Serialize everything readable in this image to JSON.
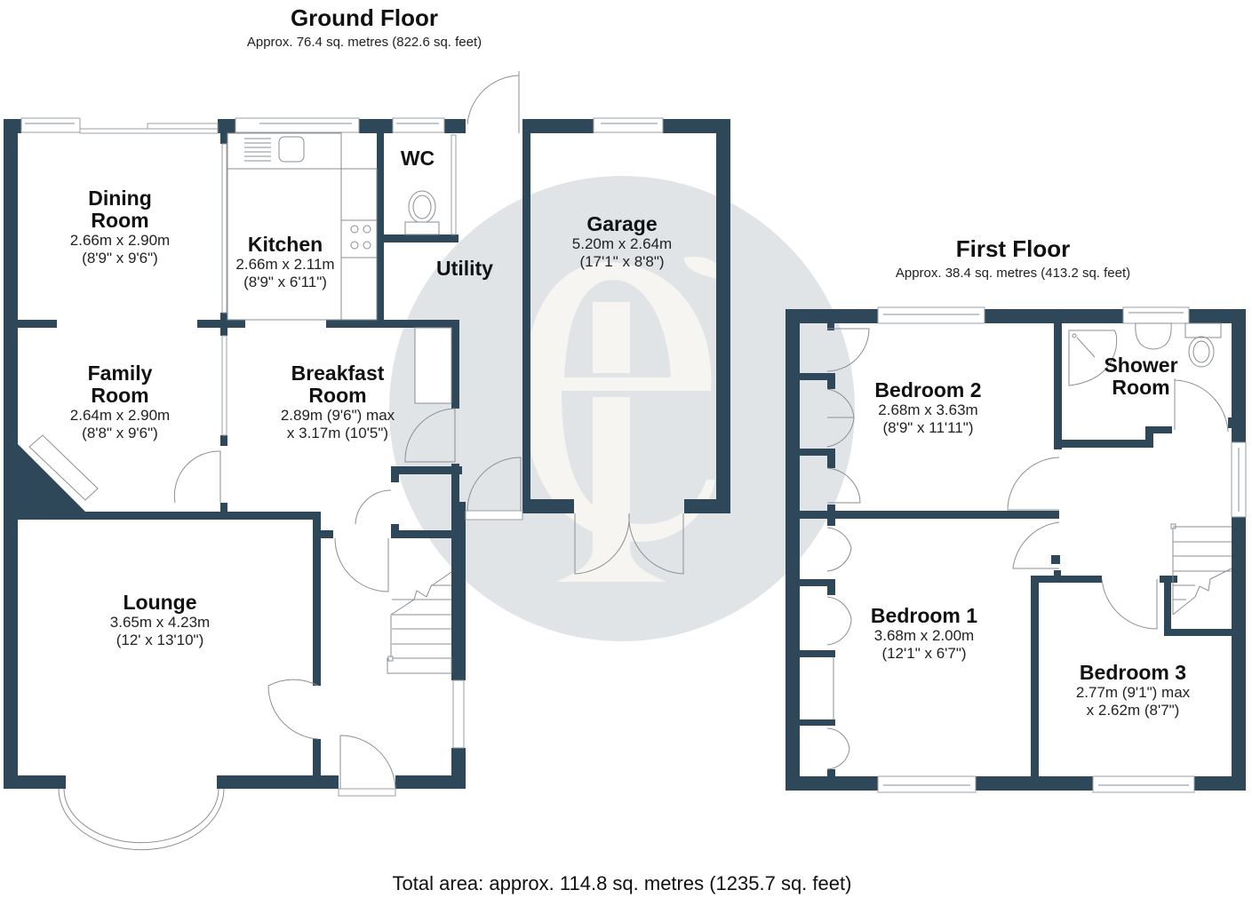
{
  "ground_floor": {
    "title": "Ground Floor",
    "area": "Approx. 76.4 sq. metres (822.6 sq. feet)",
    "rooms": {
      "dining": {
        "name_l1": "Dining",
        "name_l2": "Room",
        "metric": "2.66m x 2.90m",
        "imperial": "(8'9\" x 9'6\")"
      },
      "kitchen": {
        "name": "Kitchen",
        "metric": "2.66m x 2.11m",
        "imperial": "(8'9\" x 6'11\")"
      },
      "wc": {
        "name": "WC"
      },
      "utility": {
        "name": "Utility"
      },
      "garage": {
        "name": "Garage",
        "metric": "5.20m x 2.64m",
        "imperial": "(17'1\" x 8'8\")"
      },
      "family": {
        "name_l1": "Family",
        "name_l2": "Room",
        "metric": "2.64m x 2.90m",
        "imperial": "(8'8\" x 9'6\")"
      },
      "breakfast": {
        "name_l1": "Breakfast",
        "name_l2": "Room",
        "line1": "2.89m (9'6\") max",
        "line2": "x 3.17m (10'5\")"
      },
      "lounge": {
        "name": "Lounge",
        "metric": "3.65m x 4.23m",
        "imperial": "(12' x 13'10\")"
      }
    }
  },
  "first_floor": {
    "title": "First Floor",
    "area": "Approx. 38.4 sq. metres (413.2 sq. feet)",
    "rooms": {
      "bedroom2": {
        "name": "Bedroom 2",
        "metric": "2.68m x 3.63m",
        "imperial": "(8'9\" x 11'11\")"
      },
      "shower": {
        "name_l1": "Shower",
        "name_l2": "Room"
      },
      "bedroom1": {
        "name": "Bedroom 1",
        "metric": "3.68m x 2.00m",
        "imperial": "(12'1\" x 6'7\")"
      },
      "bedroom3": {
        "name": "Bedroom 3",
        "line1": "2.77m (9'1\") max",
        "line2": "x 2.62m (8'7\")"
      }
    }
  },
  "total_area": "Total area: approx. 114.8 sq. metres (1235.7 sq. feet)",
  "colors": {
    "wall": "#2e4759",
    "watermark_circle": "#e1e4e7",
    "watermark_letter": "#f7f5f2",
    "fixture_line": "#8a8f94"
  },
  "watermark": {
    "icon": "ef-monogram-logo"
  }
}
